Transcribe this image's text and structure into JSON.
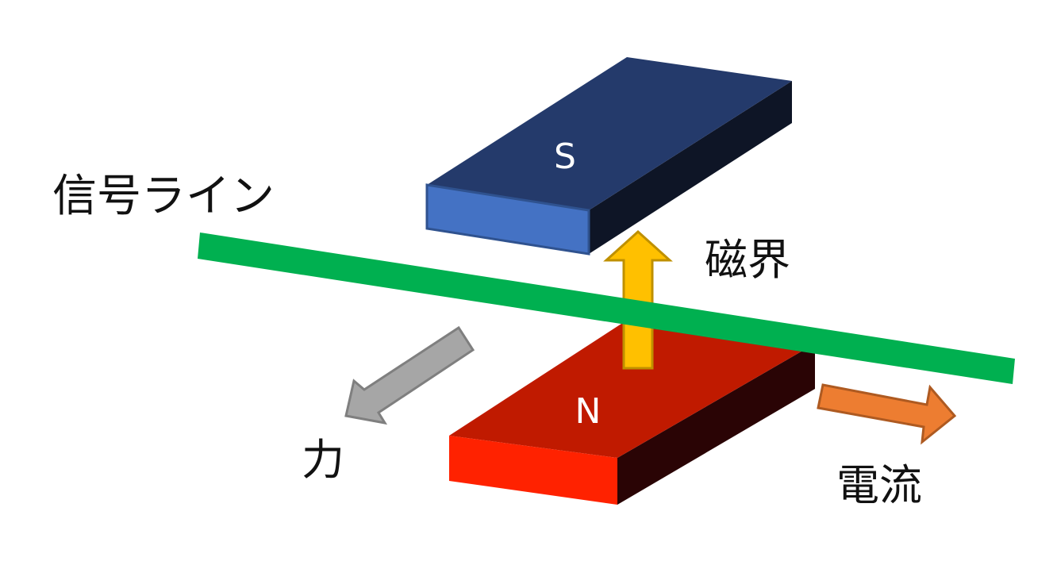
{
  "labels": {
    "signal_line": "信号ライン",
    "magnetic_field": "磁界",
    "force": "力",
    "current": "電流"
  },
  "magnets": {
    "top_letter": "S",
    "bottom_letter": "N"
  },
  "colors": {
    "signal_line": "#00b050",
    "magnetic_field_arrow": "#ffc000",
    "force_arrow": "#a6a6a6",
    "current_arrow": "#ed7d31",
    "s_magnet_top": "#243a6b",
    "s_magnet_front": "#4472c4",
    "n_magnet_top": "#c01a00",
    "n_magnet_front": "#ff2200"
  }
}
